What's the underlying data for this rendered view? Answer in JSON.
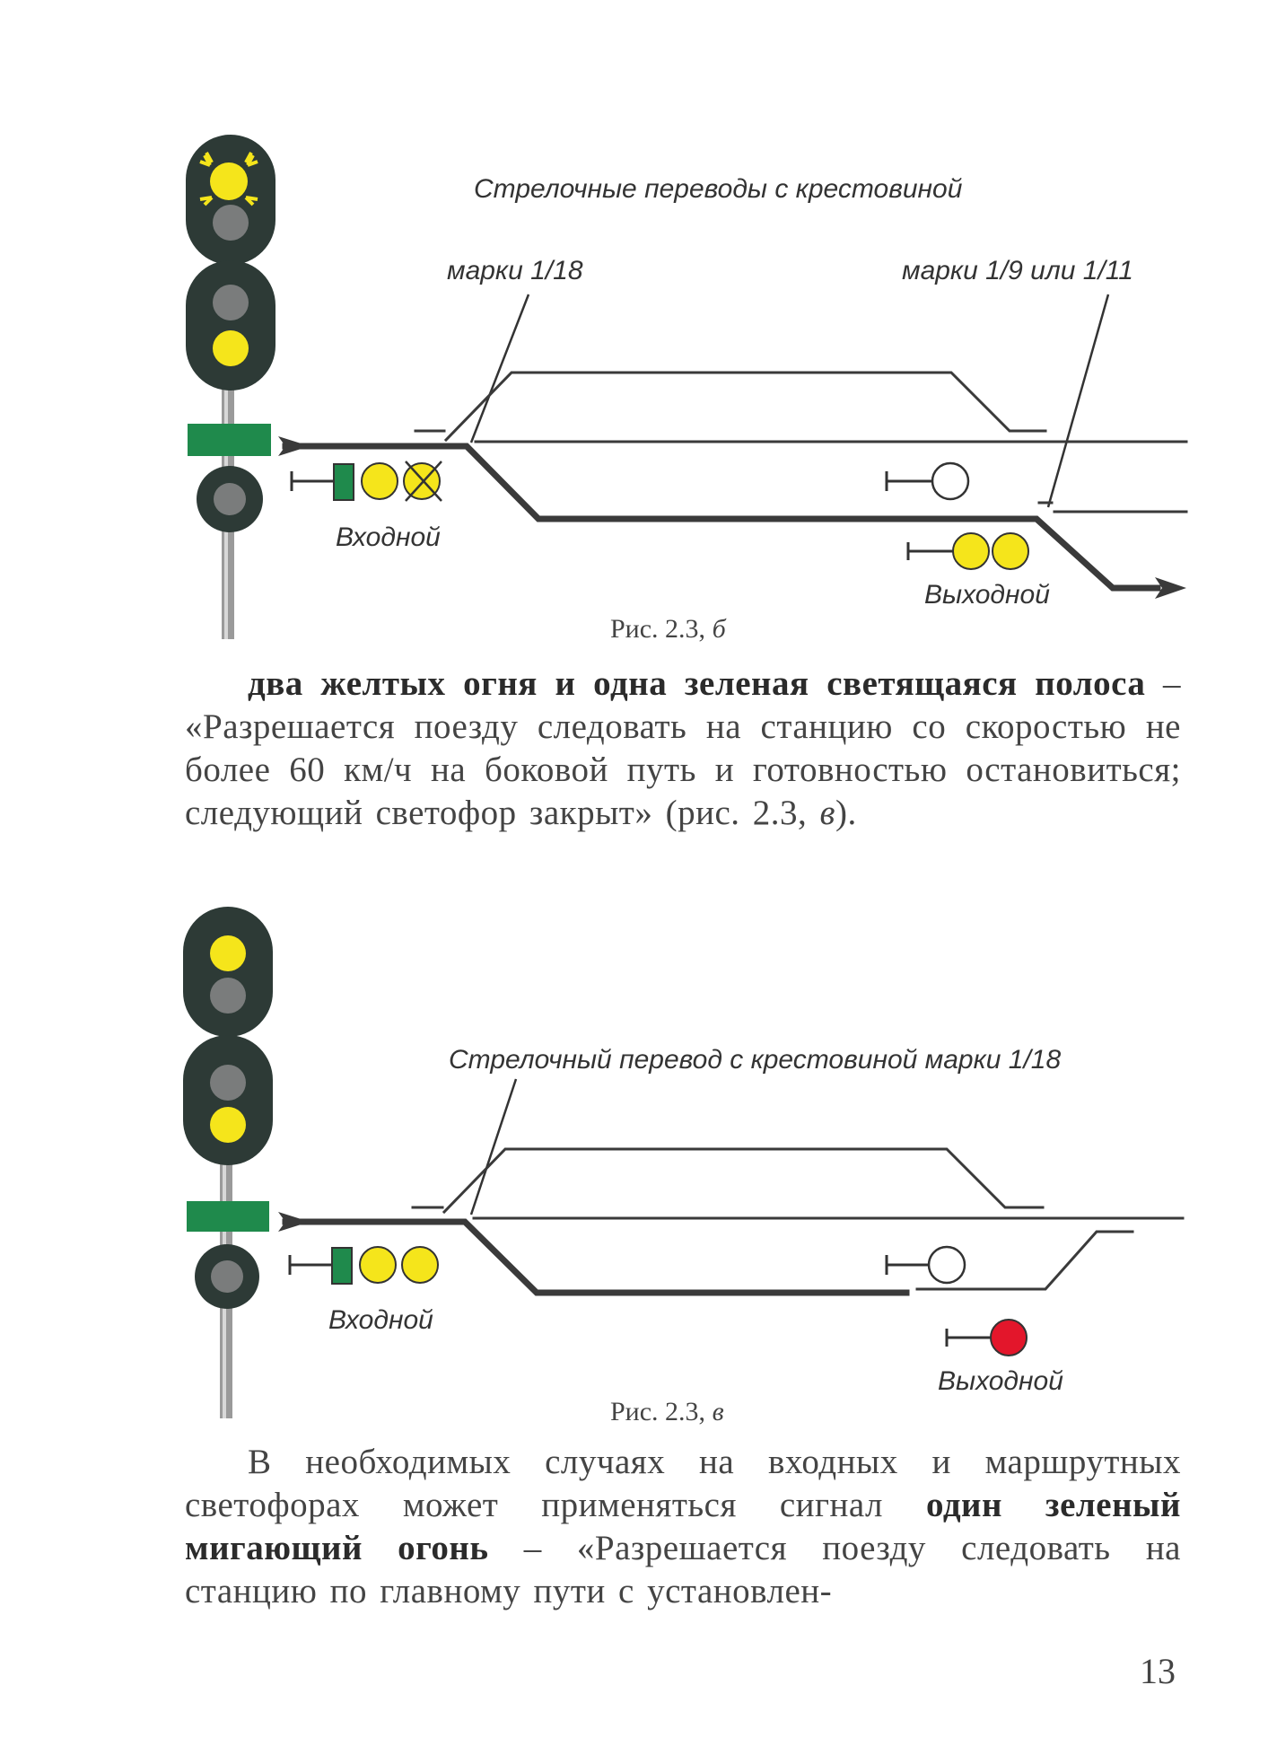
{
  "figure_b": {
    "top_label": "Стрелочные переводы с крестовиной",
    "mark_left": "марки 1/18",
    "mark_right": "марки 1/9 или 1/11",
    "entry_label": "Входной",
    "exit_label": "Выходной",
    "caption_prefix": "Рис.  2.3, ",
    "caption_letter": "б"
  },
  "paragraph1": {
    "bold": "два желтых огня и одна зеленая светящаяся полоса",
    "text": " – «Разрешается поезду следовать на станцию со скоростью не более 60 км/ч на боковой путь и готовностью остановиться; следующий светофор закрыт» (рис. 2.3, ",
    "ref_letter": "в",
    "tail": ")."
  },
  "figure_v": {
    "top_label": "Стрелочный перевод с крестовиной марки 1/18",
    "entry_label": "Входной",
    "exit_label": "Выходной",
    "caption_prefix": "Рис.  2.3, ",
    "caption_letter": "в"
  },
  "paragraph2": {
    "text_before": "В необходимых случаях на входных и маршрутных светофорах может применяться сигнал ",
    "bold": "один зеленый мигающий огонь",
    "text_after": " – «Разрешается поезду следовать на станцию по главному пути с установлен-"
  },
  "page_number": "13",
  "colors": {
    "yellow": "#f5e51b",
    "green": "#1f8a4c",
    "red": "#e3162b",
    "signal_body": "#2d3a36",
    "unlit_lamp": "#7a7c7c",
    "track": "#3a3a3a"
  }
}
